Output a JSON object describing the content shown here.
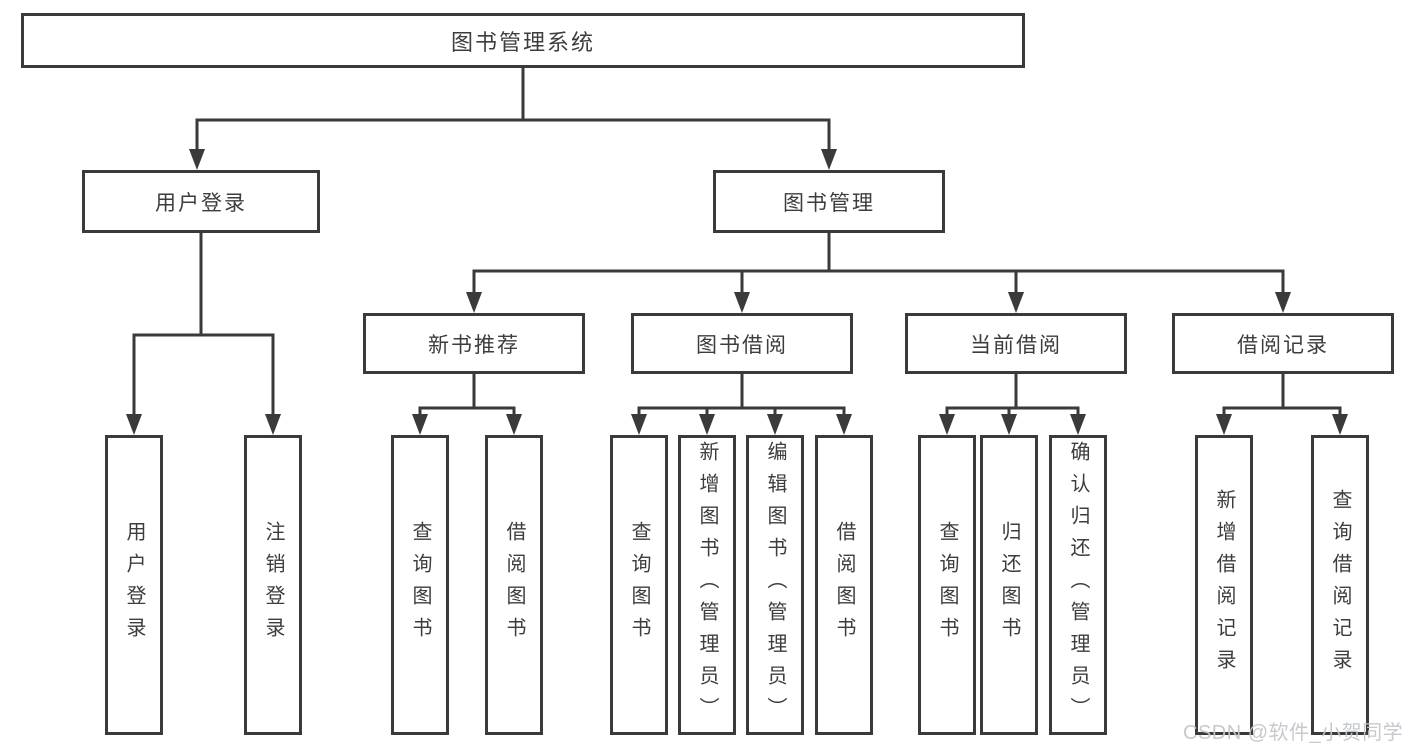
{
  "diagram": {
    "title": "图书管理系统",
    "root": {
      "label": "图书管理系统"
    },
    "user_branch": {
      "label": "用户登录",
      "children": [
        {
          "label": "用户登录"
        },
        {
          "label": "注销登录"
        }
      ]
    },
    "mgmt_branch": {
      "label": "图书管理",
      "groups": [
        {
          "label": "新书推荐",
          "children": [
            {
              "label": "查询图书"
            },
            {
              "label": "借阅图书"
            }
          ]
        },
        {
          "label": "图书借阅",
          "children": [
            {
              "label": "查询图书"
            },
            {
              "label": "新增图书（管理员）"
            },
            {
              "label": "编辑图书（管理员）"
            },
            {
              "label": "借阅图书"
            }
          ]
        },
        {
          "label": "当前借阅",
          "children": [
            {
              "label": "查询图书"
            },
            {
              "label": "归还图书"
            },
            {
              "label": "确认归还（管理员）"
            }
          ]
        },
        {
          "label": "借阅记录",
          "children": [
            {
              "label": "新增借阅记录"
            },
            {
              "label": "查询借阅记录"
            }
          ]
        }
      ]
    }
  },
  "watermark": {
    "text": "CSDN @软件_小贺同学"
  },
  "colors": {
    "line": "#3a3a3a",
    "box_border": "#3a3a3a",
    "text": "#3d3d3d",
    "watermark": "#c3c6ca",
    "background": "#ffffff"
  }
}
